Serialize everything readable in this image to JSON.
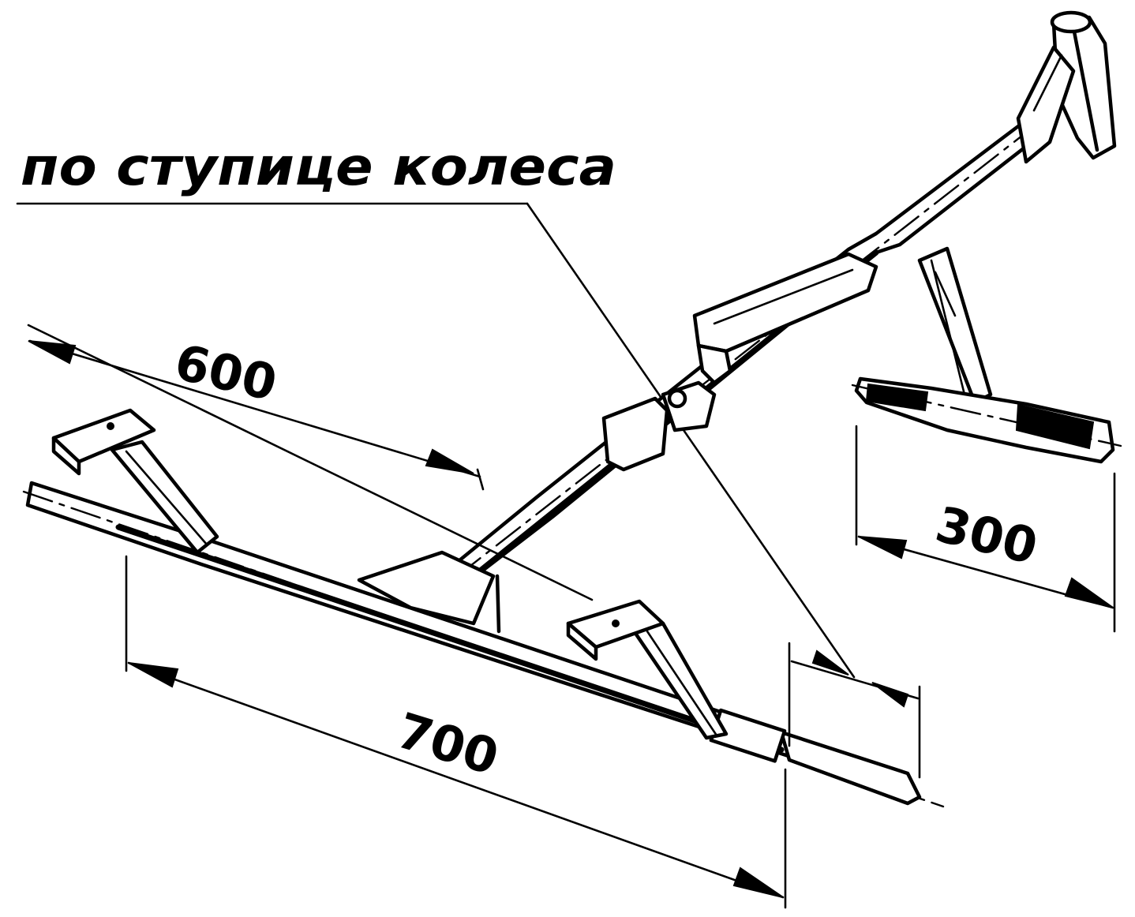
{
  "annotation": {
    "leader_label": "по ступице колеса"
  },
  "dimensions": {
    "span_front": "600",
    "span_rear": "300",
    "axle_length": "700"
  },
  "colors": {
    "ink": "#000000",
    "paper": "#ffffff"
  }
}
